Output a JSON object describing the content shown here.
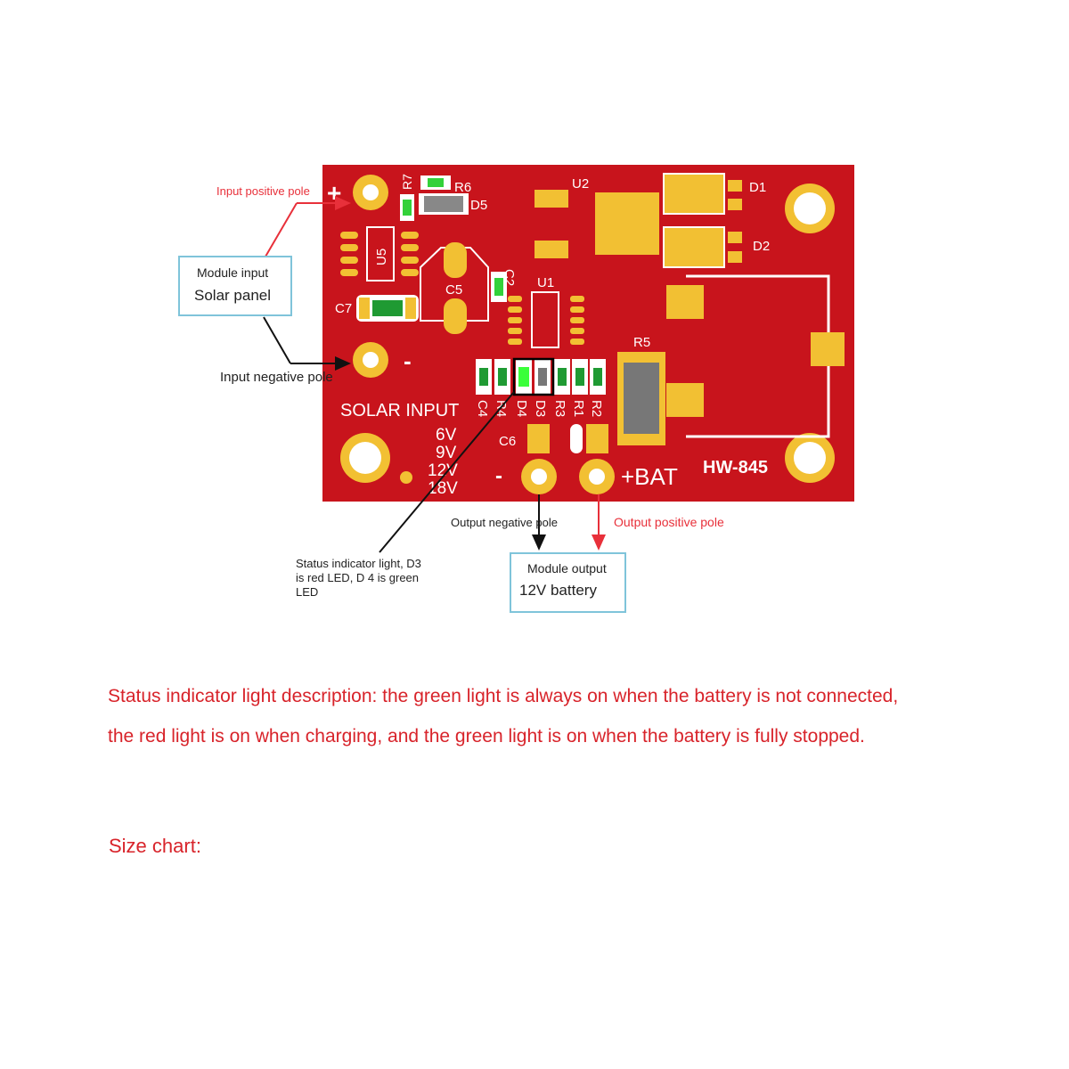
{
  "board": {
    "model": "HW-845",
    "solar_input_label": "SOLAR INPUT",
    "voltages": [
      "6V",
      "9V",
      "12V",
      "18V"
    ],
    "plus_sign": "+",
    "minus_sign": "-",
    "bat_label": "+BAT",
    "output_minus": "-",
    "designators": {
      "R7": "R7",
      "R6": "R6",
      "D5": "D5",
      "U5": "U5",
      "C2": "C2",
      "C5": "C5",
      "C7": "C7",
      "U1": "U1",
      "U2": "U2",
      "D1": "D1",
      "D2": "D2",
      "R5": "R5",
      "C6": "C6",
      "C4": "C4",
      "R4": "R4",
      "D4": "D4",
      "D3": "D3",
      "R3": "R3",
      "R1": "R1",
      "R2": "R2"
    },
    "colors": {
      "pcb": "#c8141c",
      "pad": "#f2c033",
      "led_green": "#33d13a",
      "silkscreen": "#ffffff"
    }
  },
  "annotations": {
    "input_positive": "Input positive pole",
    "input_negative": "Input negative pole",
    "module_input": {
      "line1": "Module input",
      "line2": "Solar panel"
    },
    "output_negative": "Output negative pole",
    "output_positive": "Output positive pole",
    "module_output": {
      "line1": "Module output",
      "line2": "12V battery"
    },
    "status_indicator": [
      "Status indicator light, D3",
      "is red LED, D 4 is green",
      "LED"
    ]
  },
  "description": {
    "line1": "Status indicator light description: the green light is always on when the battery is not connected,",
    "line2": "the red light is on when charging, and the green light is on when the battery is fully stopped."
  },
  "size_chart_label": "Size chart:"
}
